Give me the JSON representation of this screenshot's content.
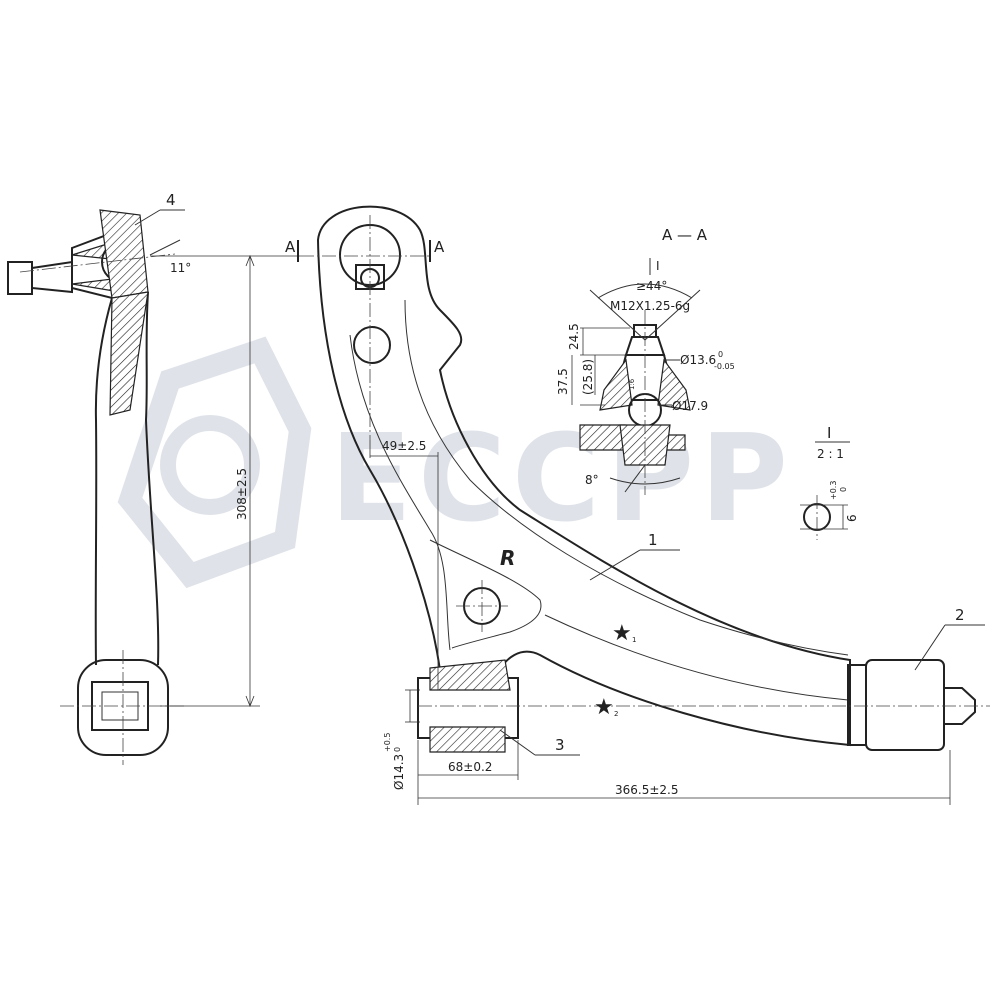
{
  "watermark": {
    "text": "ECCPP",
    "color": "#dfe3e9"
  },
  "colors": {
    "line": "#222222",
    "background": "#ffffff"
  },
  "section": {
    "title": "A — A",
    "mark_left": "A",
    "mark_right": "A"
  },
  "part_numbers": {
    "p1": "1",
    "p2": "2",
    "p3": "3",
    "p4": "4"
  },
  "side_mark": "R",
  "detail": {
    "label": "I",
    "scale": "2 : 1",
    "dim_hole": "6",
    "dim_tol_upper": "+0.3",
    "dim_tol_lower": "0",
    "view_mark": "I"
  },
  "dimensions": {
    "angle_11": "11°",
    "dim_308": "308±2.5",
    "dim_49": "49±2.5",
    "dim_68": "68±0.2",
    "dim_366": "366.5±2.5",
    "dim_dia14": "Ø14.3",
    "dim_dia14_tol_upper": "+0.5",
    "dim_dia14_tol_lower": "0",
    "angle_44": "≥44°",
    "thread": "M12X1.25-6g",
    "dim_24": "24.5",
    "dim_37": "37.5",
    "dim_25": "(25.8)",
    "dim_dia136": "Ø13.6",
    "dim_dia136_tol_upper": "0",
    "dim_dia136_tol_lower": "-0.05",
    "dim_dia179": "Ø17.9",
    "angle_8": "8°",
    "taper": "1:6"
  },
  "stars": [
    "1",
    "2"
  ]
}
